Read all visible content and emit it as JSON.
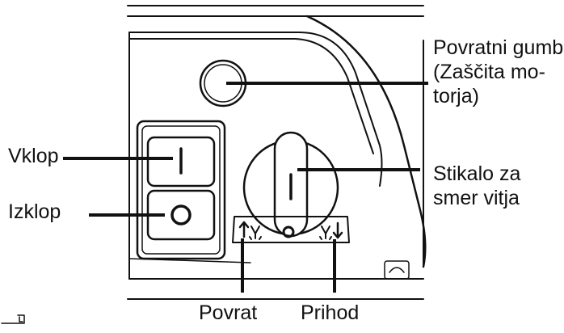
{
  "labels": {
    "reset": [
      "Povratni gumb",
      "(Zaščita mo-",
      "torja)"
    ],
    "on": "Vklop",
    "off": "Izklop",
    "direction": [
      "Stikalo za",
      "smer vitja"
    ],
    "back": "Povrat",
    "forward": "Prihod"
  },
  "switch_symbols": {
    "on": "I",
    "off": "O",
    "neutral": "O"
  },
  "colors": {
    "line": "#111111",
    "background": "#ffffff"
  }
}
